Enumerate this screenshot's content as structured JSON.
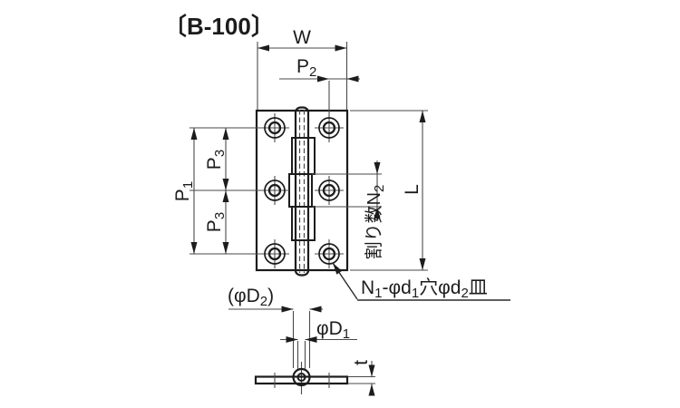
{
  "title": "〔B-100〕",
  "colors": {
    "outline": "#1c1c1c",
    "dimension_line": "#4a4a4a",
    "background": "#ffffff"
  },
  "front_view": {
    "dim_w": {
      "label": "W"
    },
    "dim_p2": {
      "label": "P",
      "sub": "2"
    },
    "dim_p1": {
      "label": "P",
      "sub": "1"
    },
    "dim_p3_upper": {
      "label": "P",
      "sub": "3"
    },
    "dim_p3_lower": {
      "label": "P",
      "sub": "3"
    },
    "dim_l": {
      "label": "L"
    },
    "dim_n2": {
      "label": "割り数N",
      "sub": "2"
    },
    "hole_note": {
      "parts": [
        "N",
        "1",
        "-φd",
        "1",
        "穴φd",
        "2",
        "皿"
      ]
    }
  },
  "side_view": {
    "dim_d2": {
      "open": "(φD",
      "sub": "2",
      "close": ")"
    },
    "dim_d1": {
      "label": "φD",
      "sub": "1"
    },
    "dim_t": {
      "label": "t"
    }
  }
}
